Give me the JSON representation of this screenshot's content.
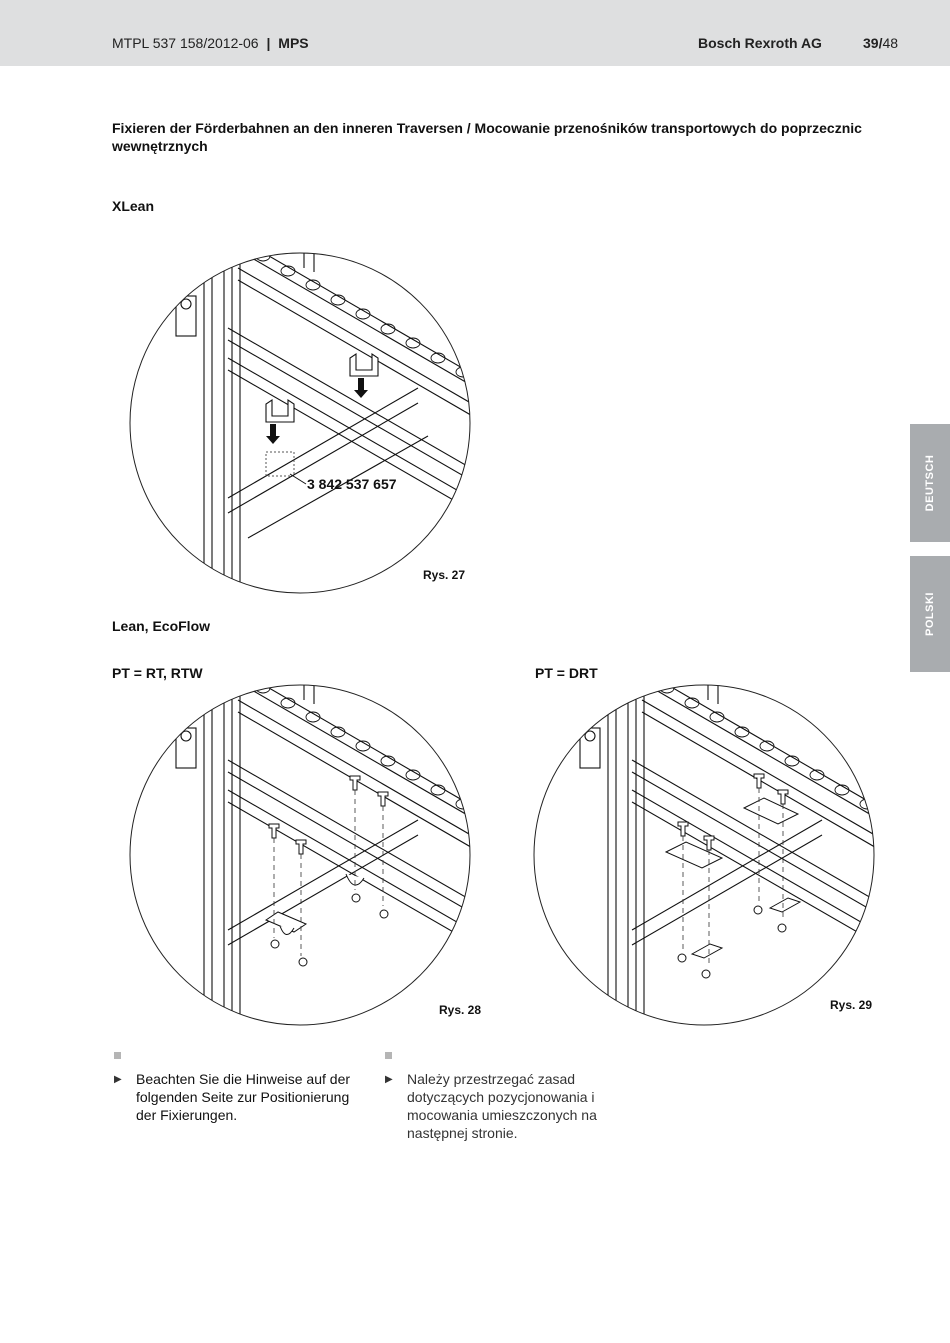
{
  "header": {
    "doc_id": "MTPL 537 158/2012-06",
    "separator": "|",
    "product": "MPS",
    "company": "Bosch Rexroth AG",
    "page_current": "39/",
    "page_total": "48"
  },
  "section_title": "Fixieren der Förderbahnen an den inneren Traversen / Mocowanie przenośników transportowych do poprzecznic wewnętrznych",
  "figures": {
    "fig27": {
      "heading": "XLean",
      "part_number": "3 842 537 657",
      "caption": "Rys. 27"
    },
    "group_heading": "Lean, EcoFlow",
    "fig28": {
      "heading": "PT = RT, RTW",
      "caption": "Rys. 28"
    },
    "fig29": {
      "heading": "PT = DRT",
      "caption": "Rys. 29"
    }
  },
  "notes": {
    "de": "Beachten Sie die Hinweise auf der folgenden Seite zur Positionierung der Fixierungen.",
    "pl": "Należy przestrzegać zasad dotyczących pozycjonowania i mocowania umieszczonych na następnej stronie.",
    "arrow_glyph": "▶"
  },
  "side_tabs": {
    "deutsch": "DEUTSCH",
    "polski": "POLSKI"
  },
  "colors": {
    "header_bg": "#dedfe0",
    "tab_bg": "#a9acaf",
    "square": "#b5b5b5"
  }
}
